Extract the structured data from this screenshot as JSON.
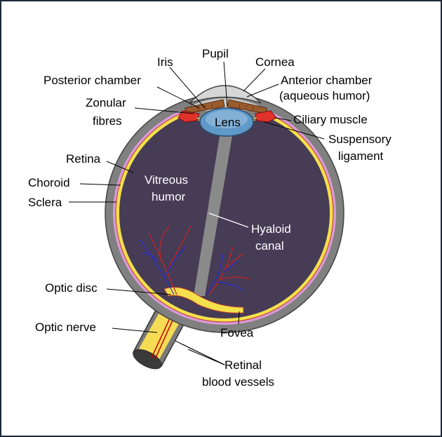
{
  "labels": {
    "iris": "Iris",
    "pupil": "Pupil",
    "cornea": "Cornea",
    "posterior_chamber": "Posterior chamber",
    "anterior_chamber_1": "Anterior chamber",
    "anterior_chamber_2": "(aqueous humor)",
    "zonular_1": "Zonular",
    "zonular_2": "fibres",
    "lens": "Lens",
    "ciliary_muscle": "Ciliary muscle",
    "suspensory_1": "Suspensory",
    "suspensory_2": "ligament",
    "retina": "Retina",
    "choroid": "Choroid",
    "sclera": "Sclera",
    "vitreous_1": "Vitreous",
    "vitreous_2": "humor",
    "hyaloid_1": "Hyaloid",
    "hyaloid_2": "canal",
    "optic_disc": "Optic disc",
    "optic_nerve": "Optic nerve",
    "fovea": "Fovea",
    "retinal_vessels_1": "Retinal",
    "retinal_vessels_2": "blood vessels"
  },
  "colors": {
    "sclera": "#808080",
    "choroid": "#d79ad6",
    "retina": "#f4e04c",
    "vitreous": "#463c56",
    "lens": "#5f99c9",
    "cornea": "#d6d6d6",
    "iris": "#9a5b2d",
    "ciliary": "#e0322a",
    "hyaloid": "#8a8a8a",
    "nerve": "#f6dc55"
  }
}
